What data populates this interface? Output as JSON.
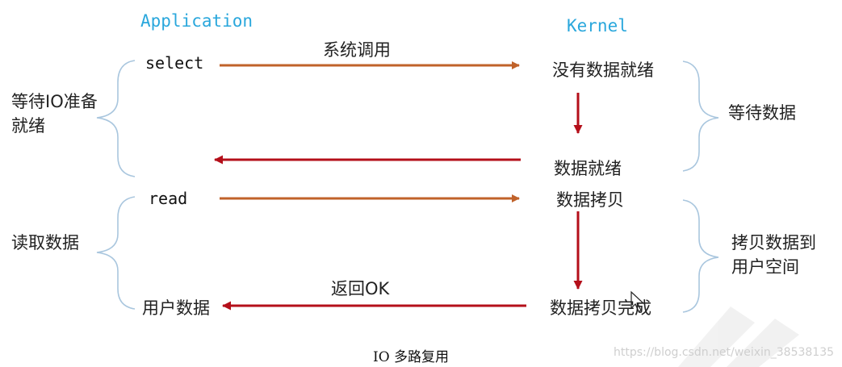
{
  "headers": {
    "application": "Application",
    "kernel": "Kernel"
  },
  "application": {
    "select": "select",
    "read": "read",
    "user_data": "用户数据"
  },
  "kernel": {
    "no_data_ready": "没有数据就绪",
    "data_ready": "数据就绪",
    "data_copy": "数据拷贝",
    "data_copy_done": "数据拷贝完成"
  },
  "arrows": {
    "syscall": "系统调用",
    "return_ok": "返回OK"
  },
  "left_braces": {
    "wait_io_line1": "等待IO准备",
    "wait_io_line2": "就绪",
    "read_data": "读取数据"
  },
  "right_braces": {
    "wait_data": "等待数据",
    "copy_line1": "拷贝数据到",
    "copy_line2": "用户空间"
  },
  "caption": "IO 多路复用",
  "watermark": "https://blog.csdn.net/weixin_38538135",
  "colors": {
    "orange_arrow": "#c0622a",
    "red_arrow": "#b40f1a",
    "brace": "#a9c6de",
    "header": "#2aa7dc"
  }
}
